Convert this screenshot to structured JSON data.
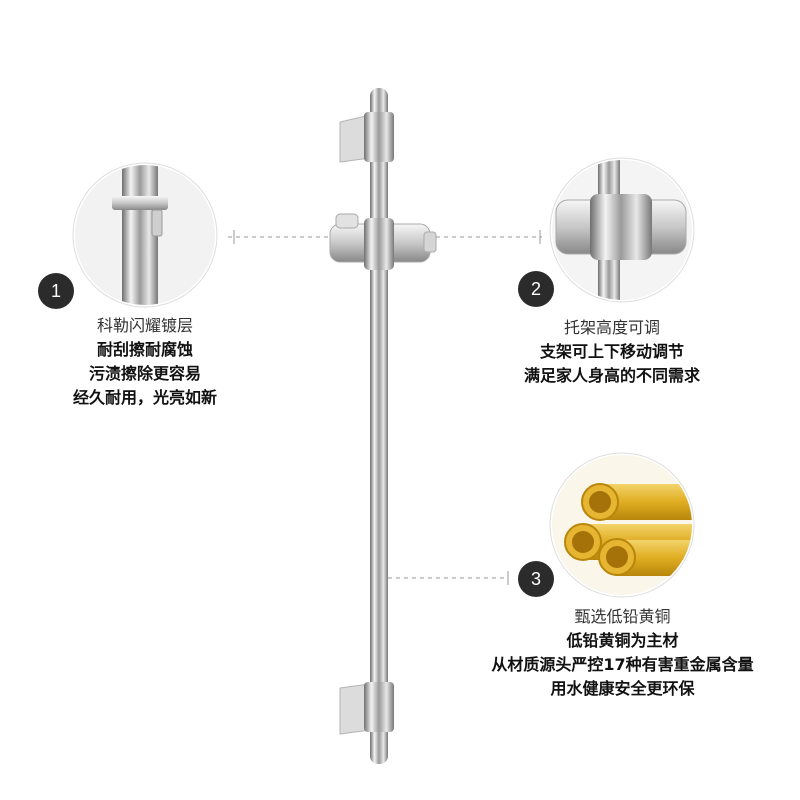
{
  "features": [
    {
      "number": "1",
      "title": "科勒闪耀镀层",
      "lines": [
        "耐刮擦耐腐蚀",
        "污渍擦除更容易",
        "经久耐用，光亮如新"
      ]
    },
    {
      "number": "2",
      "title": "托架高度可调",
      "lines": [
        "支架可上下移动调节",
        "满足家人身高的不同需求"
      ]
    },
    {
      "number": "3",
      "title": "甄选低铅黄铜",
      "lines": [
        "低铅黄铜为主材",
        "从材质源头严控17种有害重金属含量",
        "用水健康安全更环保"
      ]
    }
  ]
}
